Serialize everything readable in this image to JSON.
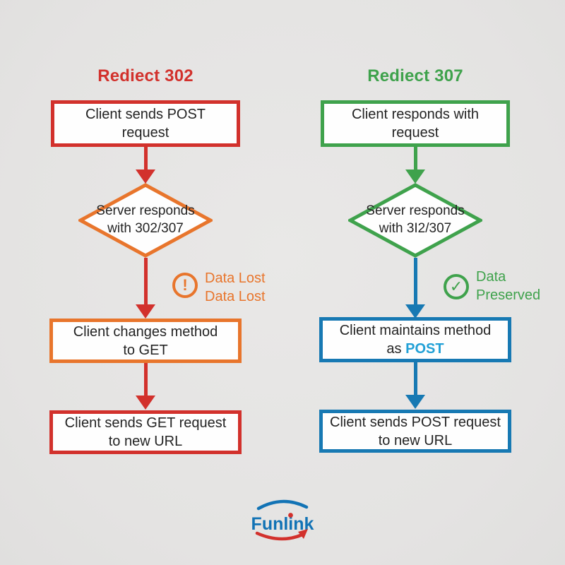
{
  "colors": {
    "red": "#d2312c",
    "orange": "#e8752c",
    "green": "#3fa24c",
    "blue": "#1779b3",
    "post_blue": "#21a0d6",
    "logo_blue": "#1273b5",
    "background": "#e6e5e4"
  },
  "left": {
    "title": "Rediect 302",
    "box1": "Client sends POST\nrequest",
    "diamond": "Server responds\nwith 302/307",
    "annotation": {
      "icon_glyph": "!",
      "text": "Data Lost\nData Lost"
    },
    "box2": "Client changes method\nto GET",
    "box3": "Client sends GET request\nto new URL"
  },
  "right": {
    "title": "Rediect 307",
    "box1": "Client responds with\nrequest",
    "diamond": "Server responds\nwith 3I2/307",
    "annotation": {
      "icon_glyph": "✓",
      "text": "Data\nPreserved"
    },
    "box2_prefix": "Client maintains method\nas ",
    "box2_method": "POST",
    "box3": "Client sends POST request\nto new URL"
  },
  "footer": {
    "logo_text": "Funlink"
  }
}
